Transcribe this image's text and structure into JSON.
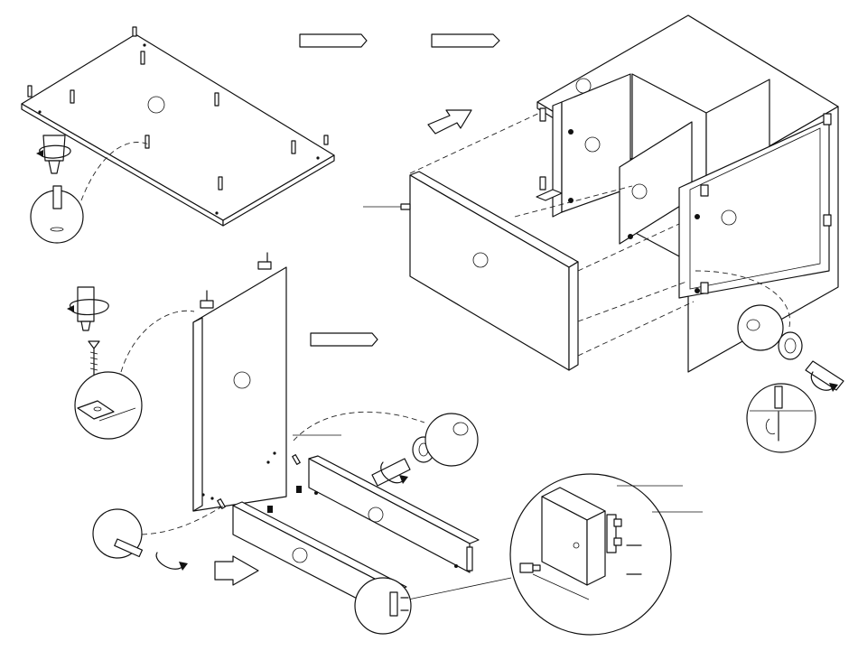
{
  "figure": {
    "background": "#ffffff",
    "ink": "#111111"
  },
  "steps": [
    {
      "name": "step-1-base-panel-dowels"
    },
    {
      "name": "step-2-side-panel-and-rails"
    },
    {
      "name": "step-3-carcass-assembly"
    }
  ],
  "icons": [
    "screwdriver-icon",
    "rotate-arrow-icon",
    "direction-arrow-icon",
    "cam-lock-icon",
    "dowel-icon",
    "screw-icon",
    "hinge-plate-icon",
    "magnifier-callout-icon"
  ]
}
